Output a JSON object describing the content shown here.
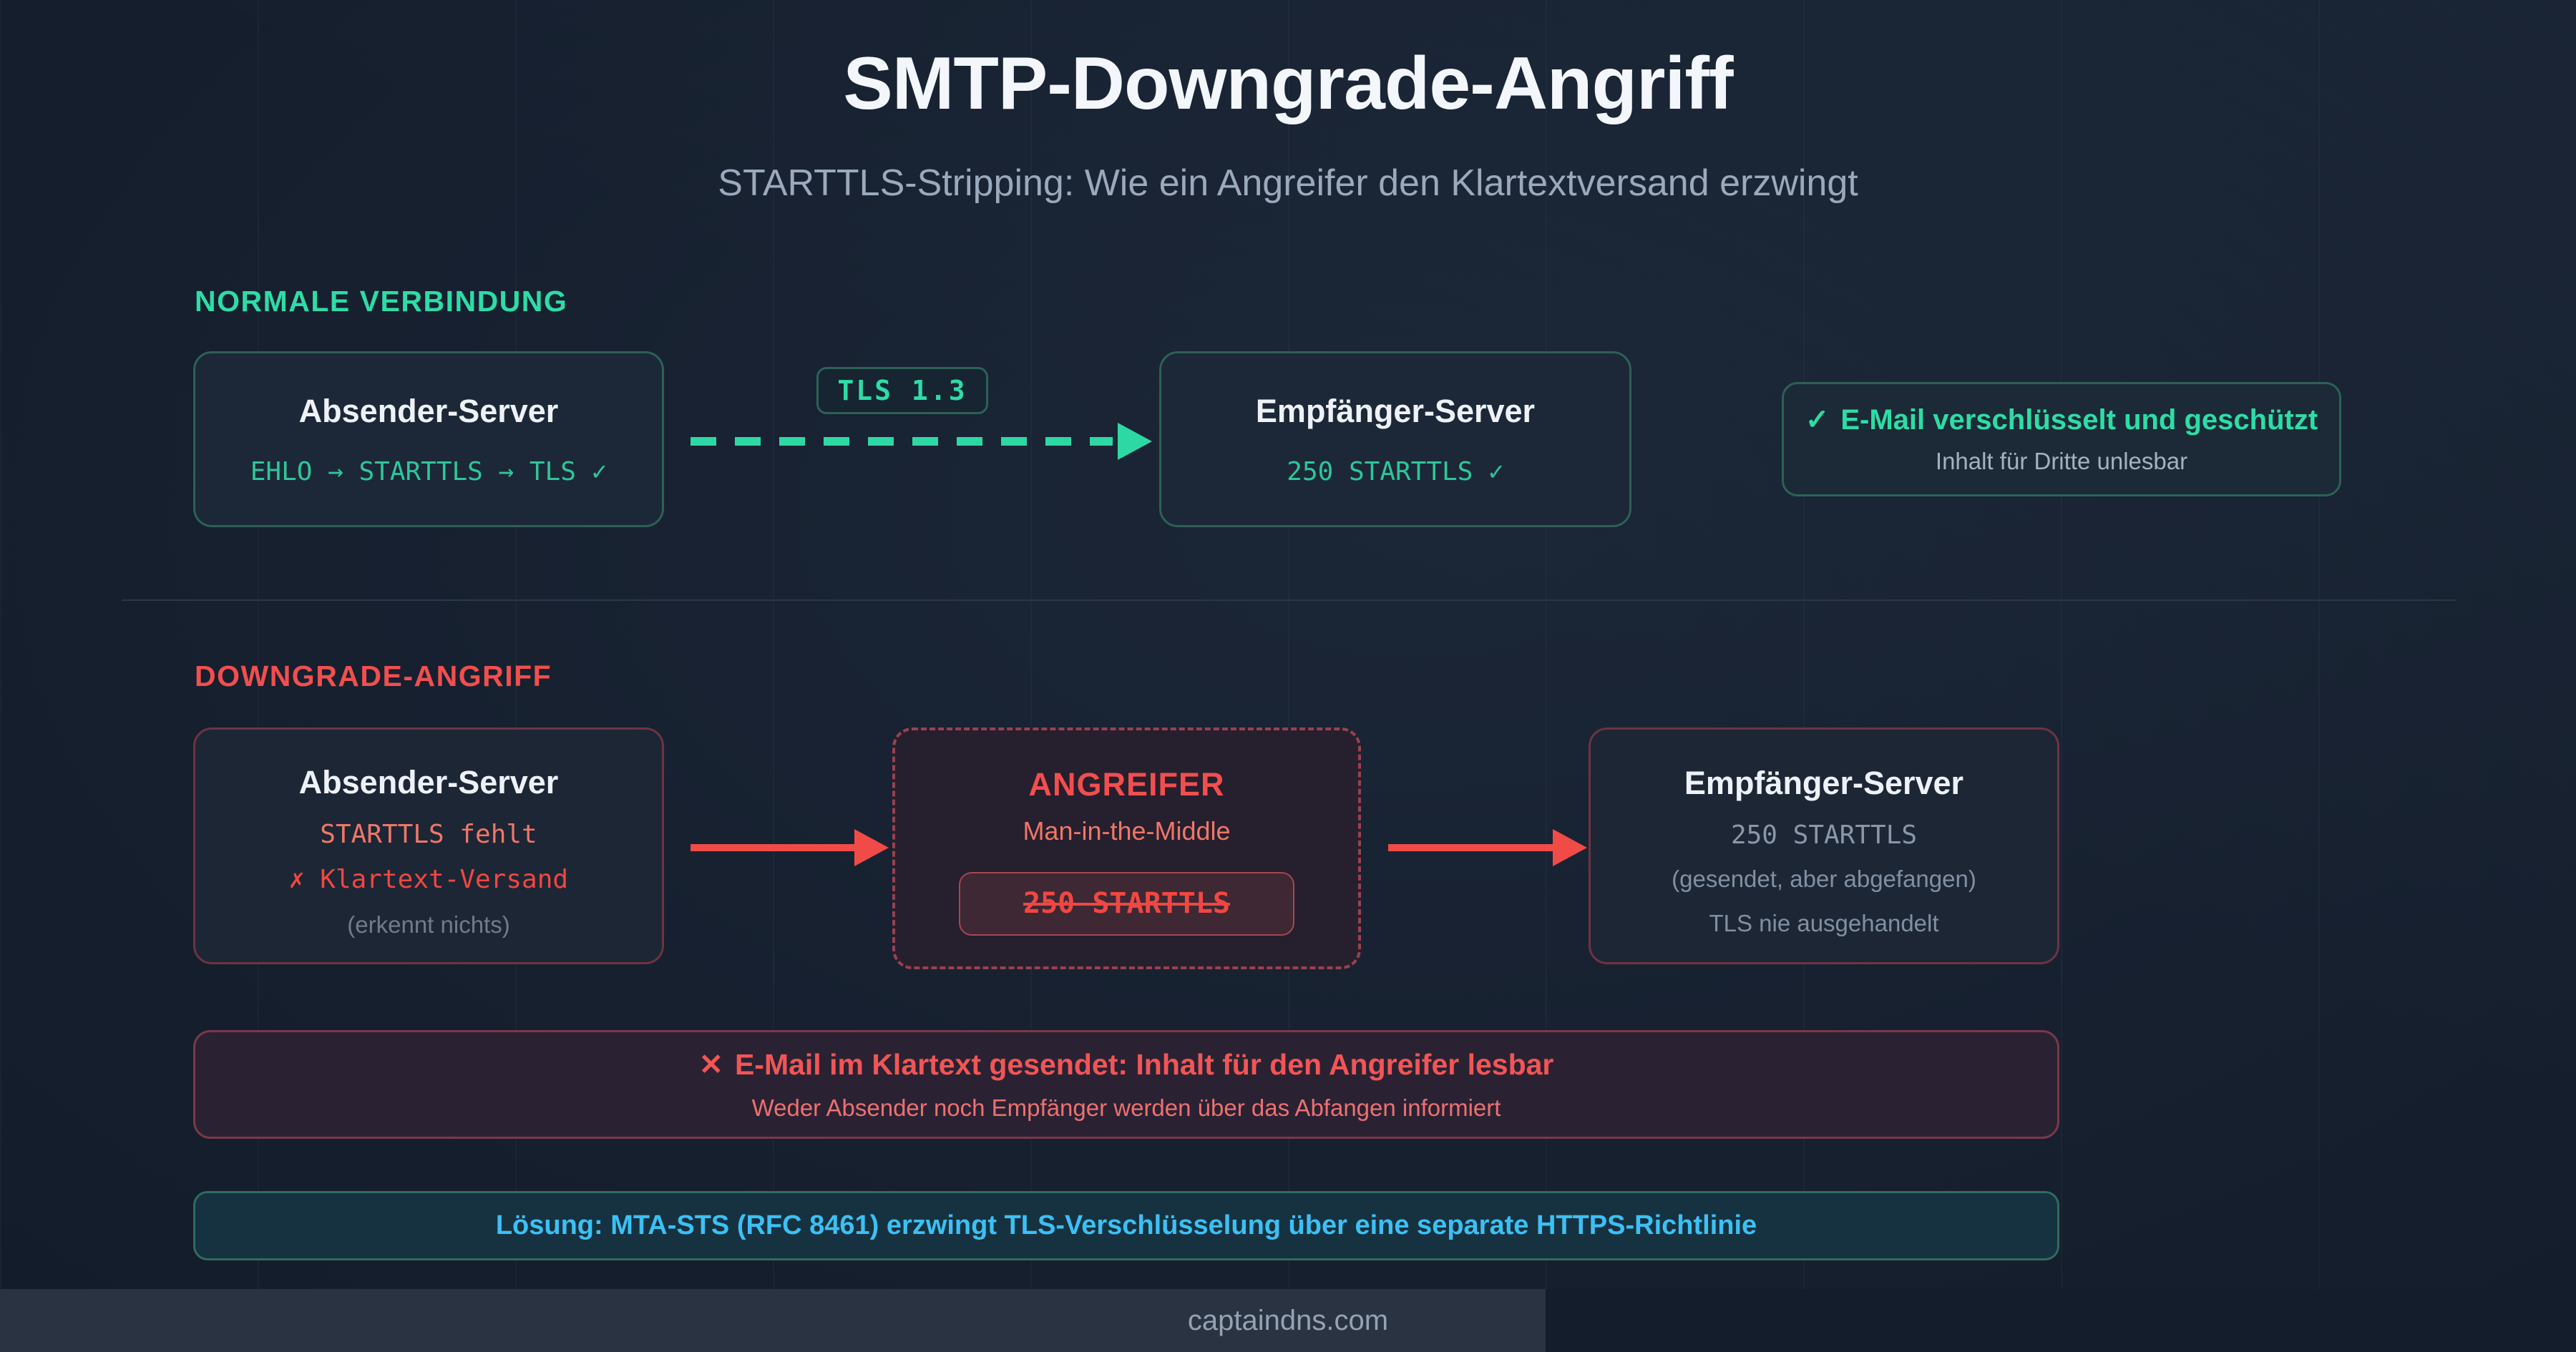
{
  "page": {
    "title": "SMTP-Downgrade-Angriff",
    "subtitle": "STARTTLS-Stripping: Wie ein Angreifer den Klartextversand erzwingt",
    "footer": "captaindns.com"
  },
  "colors": {
    "background": "#15202F",
    "accent_green": "#2EDCA6",
    "accent_red": "#F24E4E",
    "accent_salmon": "#EF7767",
    "accent_blue": "#3CC0F5",
    "border_green": "#2C6156",
    "border_maroon": "#6E3342"
  },
  "normal": {
    "label": "NORMALE VERBINDUNG",
    "sender": {
      "title": "Absender-Server",
      "code": "EHLO → STARTTLS → TLS ✓"
    },
    "tls_badge": "TLS 1.3",
    "receiver": {
      "title": "Empfänger-Server",
      "code": "250 STARTTLS ✓"
    },
    "status": {
      "icon": "✓",
      "title": "E-Mail verschlüsselt und geschützt",
      "subtitle": "Inhalt für Dritte unlesbar"
    }
  },
  "attack": {
    "label": "DOWNGRADE-ANGRIFF",
    "sender": {
      "title": "Absender-Server",
      "code_line1": "STARTTLS fehlt",
      "code_line2": "✗ Klartext-Versand",
      "note": "(erkennt nichts)"
    },
    "attacker": {
      "title": "ANGREIFER",
      "subtitle": "Man-in-the-Middle",
      "stripped_reply": "250 STARTTLS"
    },
    "receiver": {
      "title": "Empfänger-Server",
      "code_line1": "250 STARTTLS",
      "note1": "(gesendet, aber abgefangen)",
      "note2": "TLS nie ausgehandelt"
    },
    "warning": {
      "icon": "✕",
      "title": "E-Mail im Klartext gesendet: Inhalt für den Angreifer lesbar",
      "subtitle": "Weder Absender noch Empfänger werden über das Abfangen informiert"
    },
    "solution": "Lösung: MTA-STS (RFC 8461) erzwingt TLS-Verschlüsselung über eine separate HTTPS-Richtlinie"
  }
}
